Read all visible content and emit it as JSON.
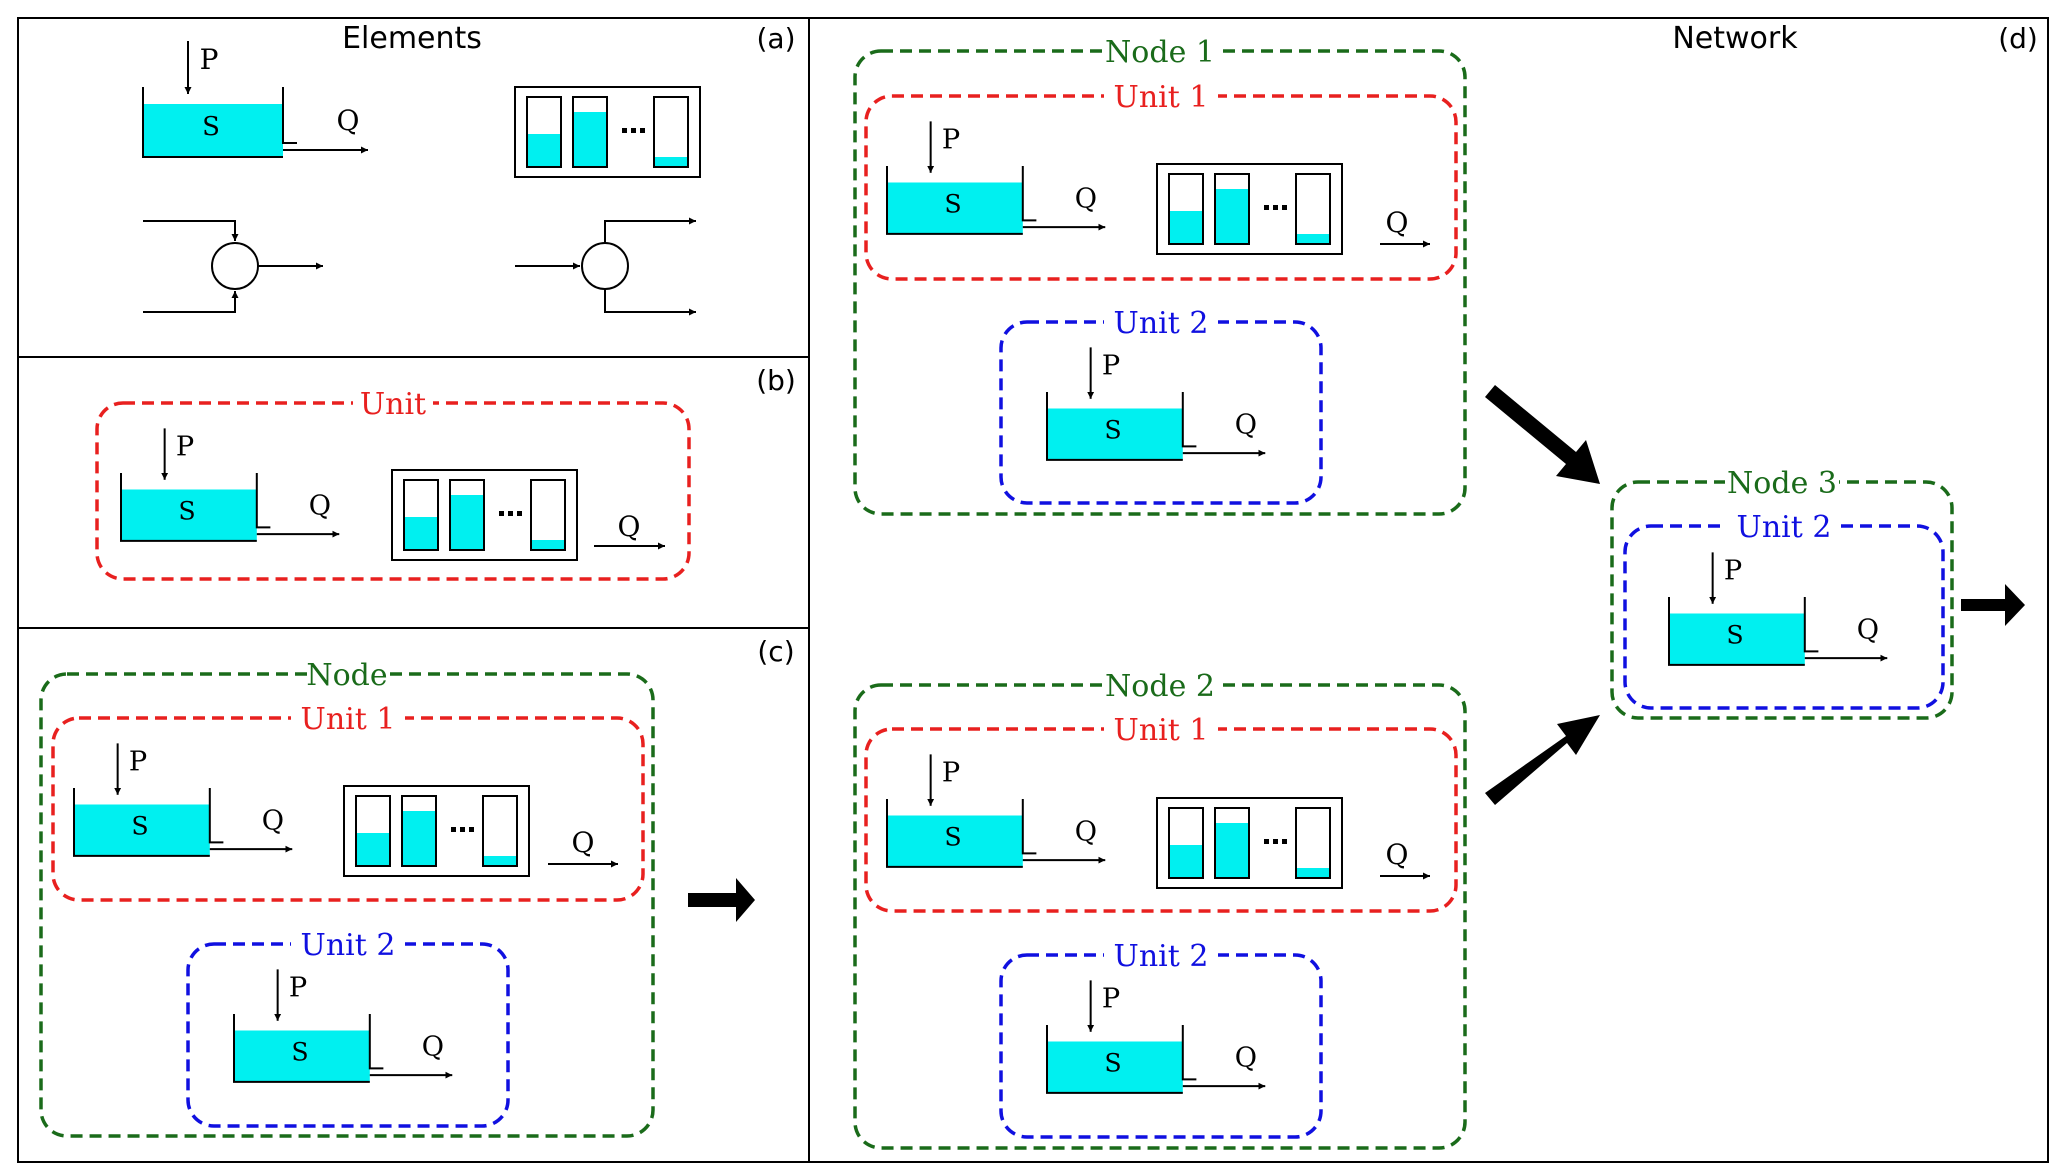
{
  "panels": {
    "a": {
      "title": "Elements",
      "tag": "(a)"
    },
    "b": {
      "tag": "(b)",
      "unit_label": "Unit"
    },
    "c": {
      "tag": "(c)",
      "node_label": "Node",
      "unit1_label": "Unit 1",
      "unit2_label": "Unit 2"
    },
    "d": {
      "title": "Network",
      "tag": "(d)",
      "node1_label": "Node 1",
      "node2_label": "Node 2",
      "node3_label": "Node 3",
      "unit1_label": "Unit 1",
      "unit2_label": "Unit 2"
    }
  },
  "symbols": {
    "precip": "P",
    "storage": "S",
    "flow": "Q"
  },
  "colors": {
    "water": "#00f0f0",
    "node_border": "#1a6b1a",
    "unit1_border": "#e8201f",
    "unit2_border": "#1010e0",
    "line": "#000000"
  }
}
